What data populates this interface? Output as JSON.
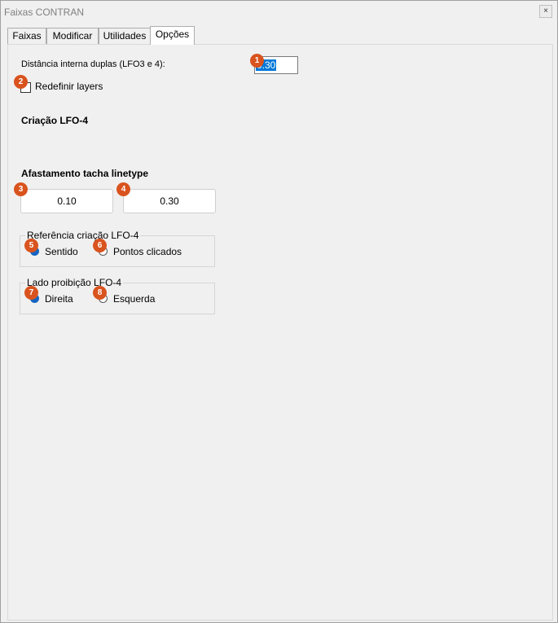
{
  "window": {
    "title": "Faixas CONTRAN",
    "close_glyph": "×"
  },
  "tabs": [
    {
      "label": "Faixas"
    },
    {
      "label": "Modificar"
    },
    {
      "label": "Utilidades"
    },
    {
      "label": "Opções"
    }
  ],
  "active_tab": "Opções",
  "options": {
    "distance_label": "Distância interna duplas (LFO3 e 4):",
    "distance_value": "0.30",
    "reset_layers_label": "Redefinir layers",
    "reset_layers_checked": false,
    "criacao_heading": "Criação LFO-4",
    "afastamento_heading": "Afastamento tacha linetype",
    "afastamento_values": [
      "0.10",
      "0.30"
    ],
    "referencia_group": {
      "legend": "Referência criação LFO-4",
      "options": [
        "Sentido",
        "Pontos clicados"
      ],
      "selected": "Sentido"
    },
    "lado_group": {
      "legend": "Lado proibição LFO-4",
      "options": [
        "Direita",
        "Esquerda"
      ],
      "selected": "Direita"
    }
  },
  "markers": [
    "1",
    "2",
    "3",
    "4",
    "5",
    "6",
    "7",
    "8"
  ],
  "colors": {
    "marker": "#d9531e",
    "selection": "#0078d7",
    "radio_checked": "#1565c0"
  }
}
